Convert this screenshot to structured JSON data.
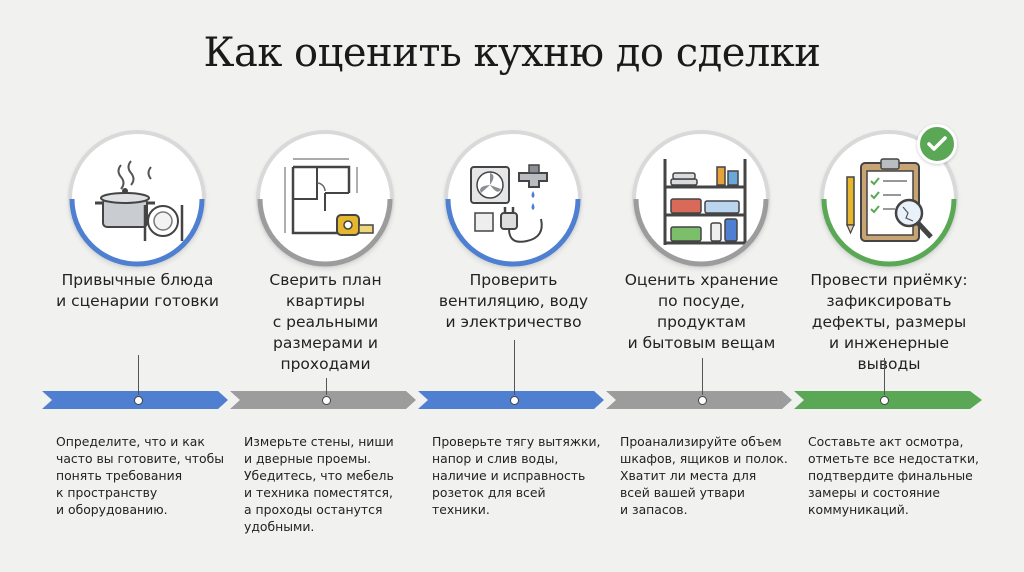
{
  "title": "Как оценить кухню до сделки",
  "colors": {
    "blue": "#4f7fd0",
    "gray": "#9b9c9b",
    "green": "#5aa855"
  },
  "steps": [
    {
      "icon": "cooking-pot-and-plate-icon",
      "color": "blue",
      "heading": [
        "Привычные блюда",
        "и сценарии готовки"
      ],
      "description": [
        "Определите, что и как",
        "часто вы готовите, чтобы",
        "понять требования",
        "к пространству",
        "и оборудованию."
      ]
    },
    {
      "icon": "floor-plan-tape-measure-icon",
      "color": "gray",
      "heading": [
        "Сверить план",
        "квартиры",
        "с реальными",
        "размерами и",
        "проходами"
      ],
      "description": [
        "Измерьте стены, ниши",
        "и дверные проемы.",
        "Убедитесь, что мебель",
        "и техника поместятся,",
        "а проходы останутся",
        "удобными."
      ]
    },
    {
      "icon": "fan-faucet-plug-icon",
      "color": "blue",
      "heading": [
        "Проверить",
        "вентиляцию, воду",
        "и электричество"
      ],
      "description": [
        "Проверьте тягу вытяжки,",
        "напор и слив воды,",
        "наличие и исправность",
        "розеток для всей",
        "техники."
      ]
    },
    {
      "icon": "storage-shelf-icon",
      "color": "gray",
      "heading": [
        "Оценить хранение",
        "по посуде,",
        "продуктам",
        "и бытовым вещам"
      ],
      "description": [
        "Проанализируйте объем",
        "шкафов, ящиков и полок.",
        "Хватит ли места для",
        "всей вашей утвари",
        "и запасов."
      ]
    },
    {
      "icon": "clipboard-checklist-magnifier-icon",
      "color": "green",
      "heading": [
        "Провести приёмку:",
        "зафиксировать",
        "дефекты, размеры",
        "и инженерные выводы"
      ],
      "description": [
        "Составьте акт осмотра,",
        "отметьте все недостатки,",
        "подтвердите финальные",
        "замеры и состояние",
        "коммуникаций."
      ]
    }
  ],
  "badge_icon": "checkmark-icon"
}
